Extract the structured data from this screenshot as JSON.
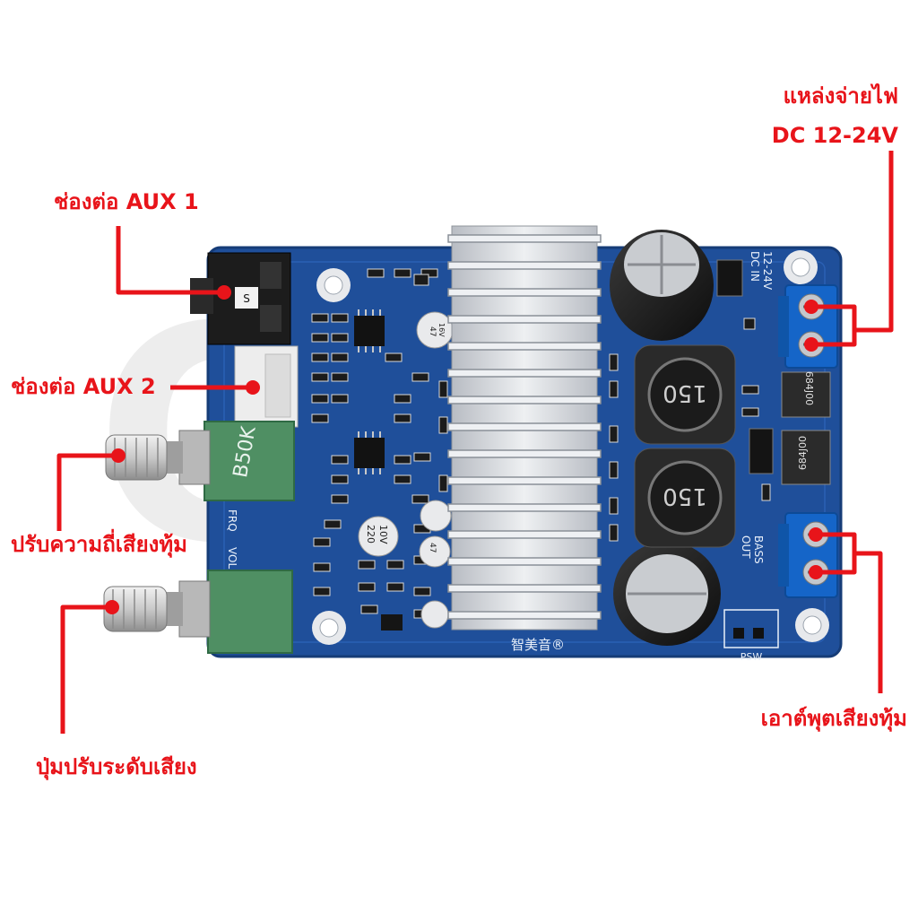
{
  "colors": {
    "callout": "#e8141a",
    "board": "#1f4f9a",
    "heatsink": "#d6d8dc",
    "terminal": "#1565c8",
    "pot": "#4f8f63",
    "jack": "#1c1c1c"
  },
  "labels": {
    "power_line1": "แหล่งจ่ายไฟ",
    "power_line2": "DC 12-24V",
    "aux1": "ช่องต่อ AUX 1",
    "aux2": "ช่องต่อ AUX 2",
    "bass_freq": "ปรับความถี่เสียงทุ้ม",
    "volume": "ปุ่มปรับระดับเสียง",
    "bass_out": "เอาต์พุตเสียงทุ้ม"
  },
  "board_marks": {
    "pot_code": "B50K",
    "frq": "FRQ",
    "vol": "VOL",
    "dc_in": "DC IN",
    "dc_range": "12-24V",
    "bass": "BASS",
    "out": "OUT",
    "psw": "PSW",
    "brand": "智美音®",
    "inductor_value": "150",
    "cap_small_value": "220",
    "cap_small_voltage": "10V",
    "cap_47": "47",
    "cap_16v": "16V",
    "aux_jack_mark": "S",
    "smd_code": "684J00"
  },
  "watermark": "OBO"
}
